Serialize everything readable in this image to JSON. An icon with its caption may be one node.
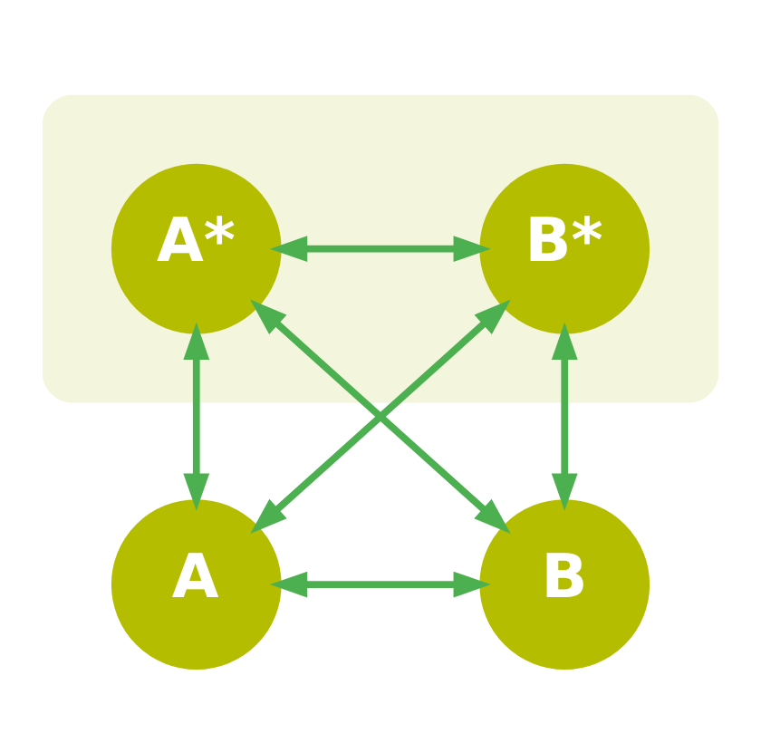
{
  "diagram": {
    "nodes": [
      {
        "text": [],
        "shape": "ellipse"
      },
      {
        "text": [
          "A*"
        ],
        "in": 0
      },
      {
        "text": [
          "B*"
        ],
        "in": 0
      },
      {
        "text": [
          "A"
        ]
      },
      {
        "text": [
          "B"
        ]
      }
    ],
    "edges": [
      {
        "from": 1,
        "to": 2,
        "arrow": "both"
      },
      {
        "from": 1,
        "to": 3,
        "arrow": "both"
      },
      {
        "from": 2,
        "to": 4,
        "arrow": "both"
      },
      {
        "from": 1,
        "to": 4,
        "arrow": "both"
      },
      {
        "from": 2,
        "to": 3,
        "arrow": "both"
      },
      {
        "from": 3,
        "to": 4,
        "arrow": "both"
      }
    ]
  }
}
